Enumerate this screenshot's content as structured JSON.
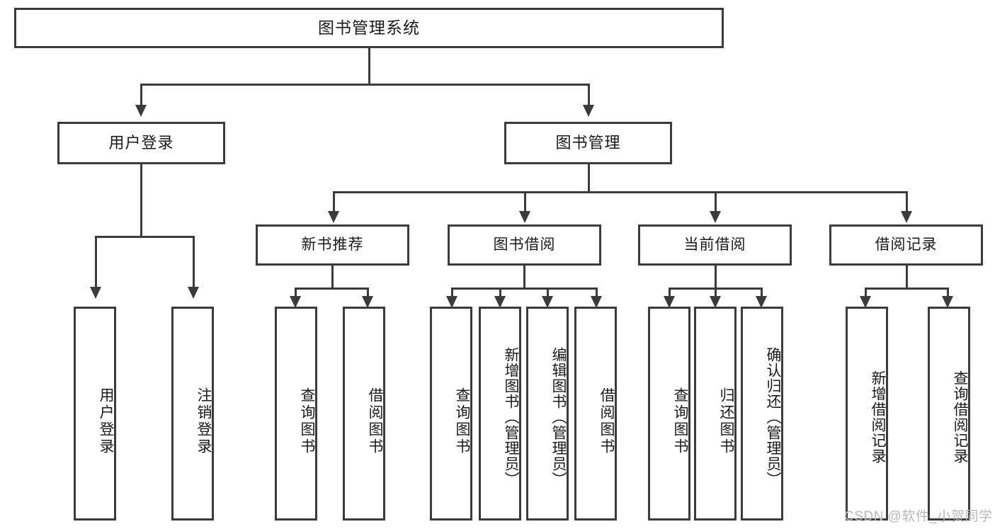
{
  "diagram": {
    "type": "tree-hierarchy-flowchart",
    "title": "图书管理系统",
    "root": {
      "label": "图书管理系统"
    },
    "level2": [
      {
        "label": "用户登录"
      },
      {
        "label": "图书管理"
      }
    ],
    "level3": [
      {
        "label": "新书推荐"
      },
      {
        "label": "图书借阅"
      },
      {
        "label": "当前借阅"
      },
      {
        "label": "借阅记录"
      }
    ],
    "leaves": {
      "user_login": [
        {
          "label": "用户登录"
        },
        {
          "label": "注销登录"
        }
      ],
      "new_book_recommend": [
        {
          "label": "查询图书"
        },
        {
          "label": "借阅图书"
        }
      ],
      "book_borrow": [
        {
          "label": "查询图书"
        },
        {
          "label": "新增图书（管理员）"
        },
        {
          "label": "编辑图书（管理员）"
        },
        {
          "label": "借阅图书"
        }
      ],
      "current_borrow": [
        {
          "label": "查询图书"
        },
        {
          "label": "归还图书"
        },
        {
          "label": "确认归还（管理员）"
        }
      ],
      "borrow_record": [
        {
          "label": "新增借阅记录"
        },
        {
          "label": "查询借阅记录"
        }
      ]
    }
  },
  "watermark": {
    "text": "CSDN @软件_小贺同学"
  },
  "colors": {
    "stroke": "#3b3b3b",
    "fill": "#ffffff",
    "text": "#1a1a1a",
    "watermark": "#b9b9b9"
  }
}
